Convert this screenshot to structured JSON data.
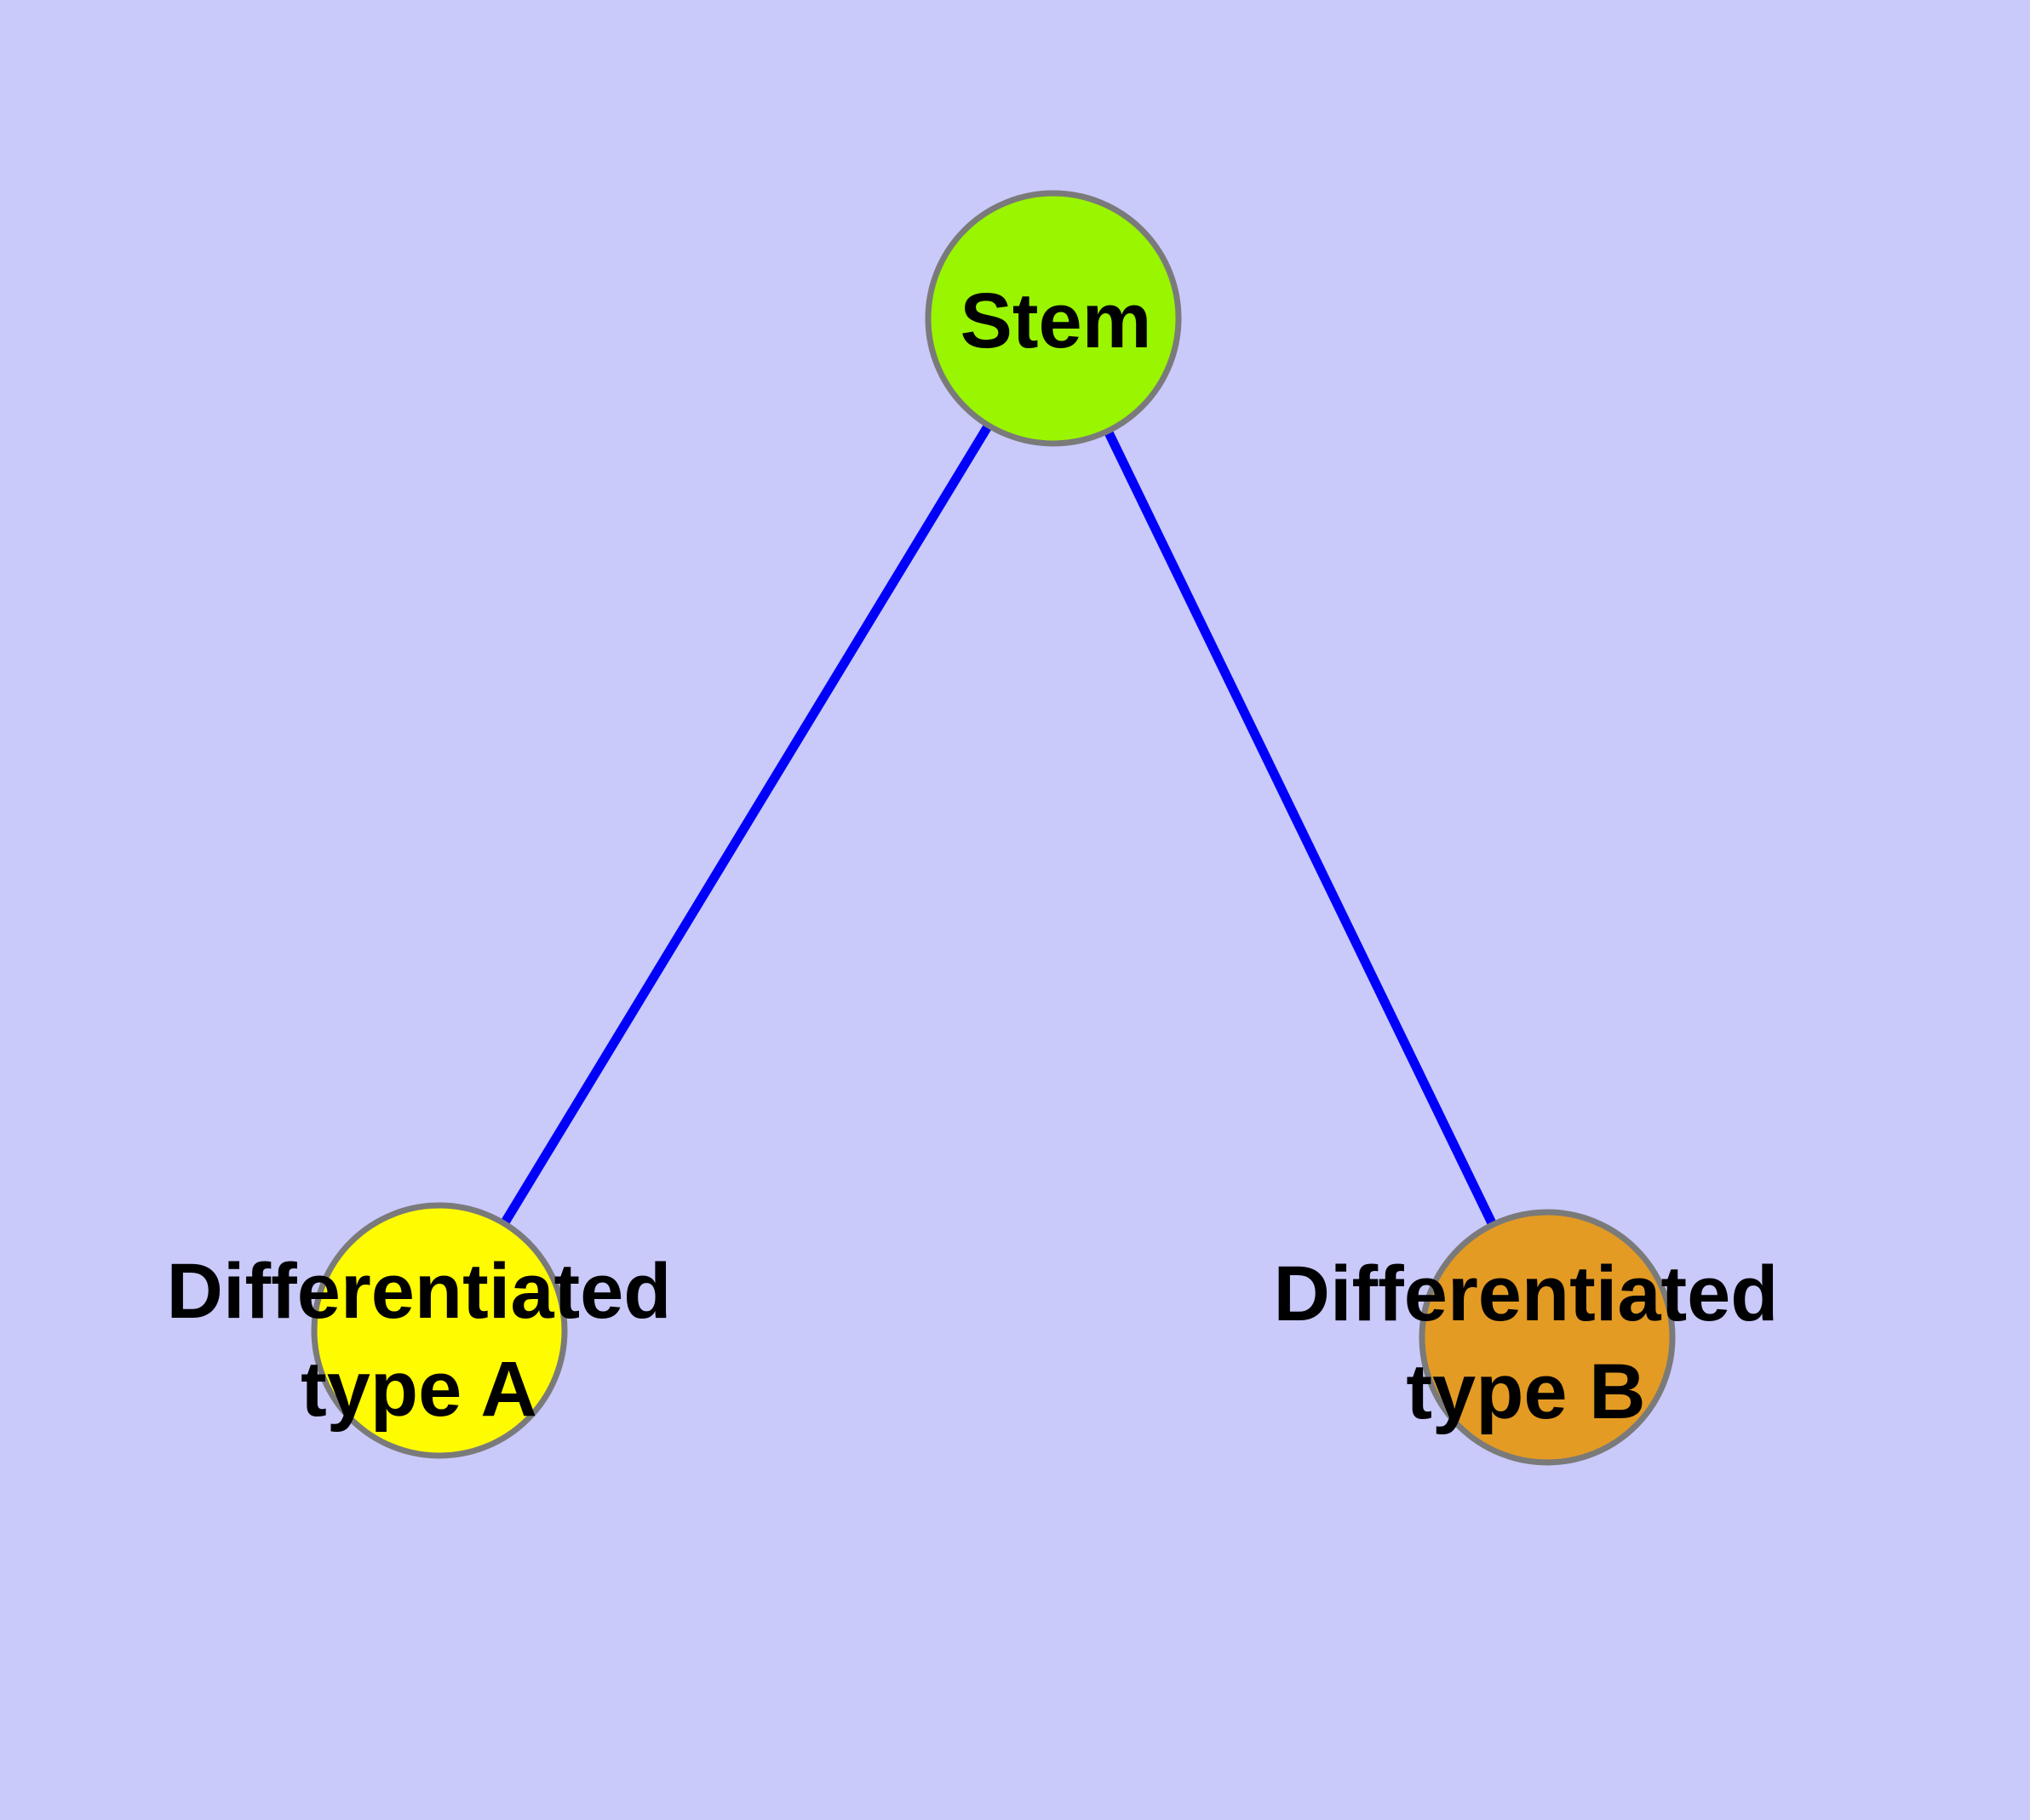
{
  "diagram": {
    "background_color": "#c9c9fa",
    "edge_color": "#0000fa",
    "node_border_color": "#7a7a7a",
    "label_color": "#000000",
    "nodes": {
      "stem": {
        "label": "Stem",
        "fill": "#99f500"
      },
      "type_a": {
        "label_line1": "Differentiated",
        "label_line2": "type A",
        "fill": "#fffb00"
      },
      "type_b": {
        "label_line1": "Differentiated",
        "label_line2": "type B",
        "fill": "#e49b23"
      }
    },
    "edges": [
      {
        "from": "Stem",
        "to": "Differentiated type A"
      },
      {
        "from": "Stem",
        "to": "Differentiated type B"
      }
    ]
  }
}
